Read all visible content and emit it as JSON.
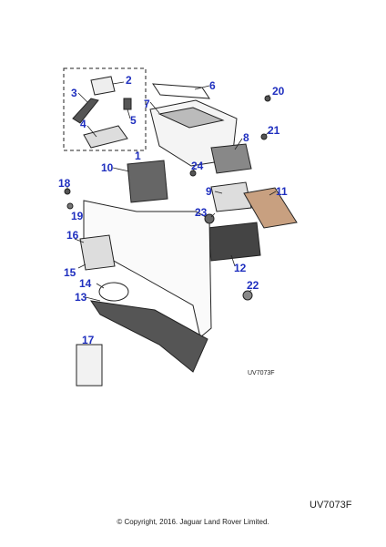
{
  "diagram": {
    "callouts": [
      {
        "id": "c1",
        "text": "1"
      },
      {
        "id": "c2",
        "text": "2"
      },
      {
        "id": "c3",
        "text": "3"
      },
      {
        "id": "c4",
        "text": "4"
      },
      {
        "id": "c5",
        "text": "5"
      },
      {
        "id": "c6",
        "text": "6"
      },
      {
        "id": "c7",
        "text": "7"
      },
      {
        "id": "c8",
        "text": "8"
      },
      {
        "id": "c9",
        "text": "9"
      },
      {
        "id": "c10",
        "text": "10"
      },
      {
        "id": "c11",
        "text": "11"
      },
      {
        "id": "c12",
        "text": "12"
      },
      {
        "id": "c13",
        "text": "13"
      },
      {
        "id": "c14",
        "text": "14"
      },
      {
        "id": "c15",
        "text": "15"
      },
      {
        "id": "c16",
        "text": "16"
      },
      {
        "id": "c17",
        "text": "17"
      },
      {
        "id": "c18",
        "text": "18"
      },
      {
        "id": "c19",
        "text": "19"
      },
      {
        "id": "c20",
        "text": "20"
      },
      {
        "id": "c21",
        "text": "21"
      },
      {
        "id": "c22",
        "text": "22"
      },
      {
        "id": "c23",
        "text": "23"
      },
      {
        "id": "c24",
        "text": "24"
      }
    ],
    "inner_ref": "UV7073F",
    "colors": {
      "callout": "#1f2fbf",
      "line": "#222222"
    }
  },
  "footer": {
    "ref_code": "UV7073F",
    "copyright": "© Copyright, 2016. Jaguar Land Rover Limited."
  }
}
